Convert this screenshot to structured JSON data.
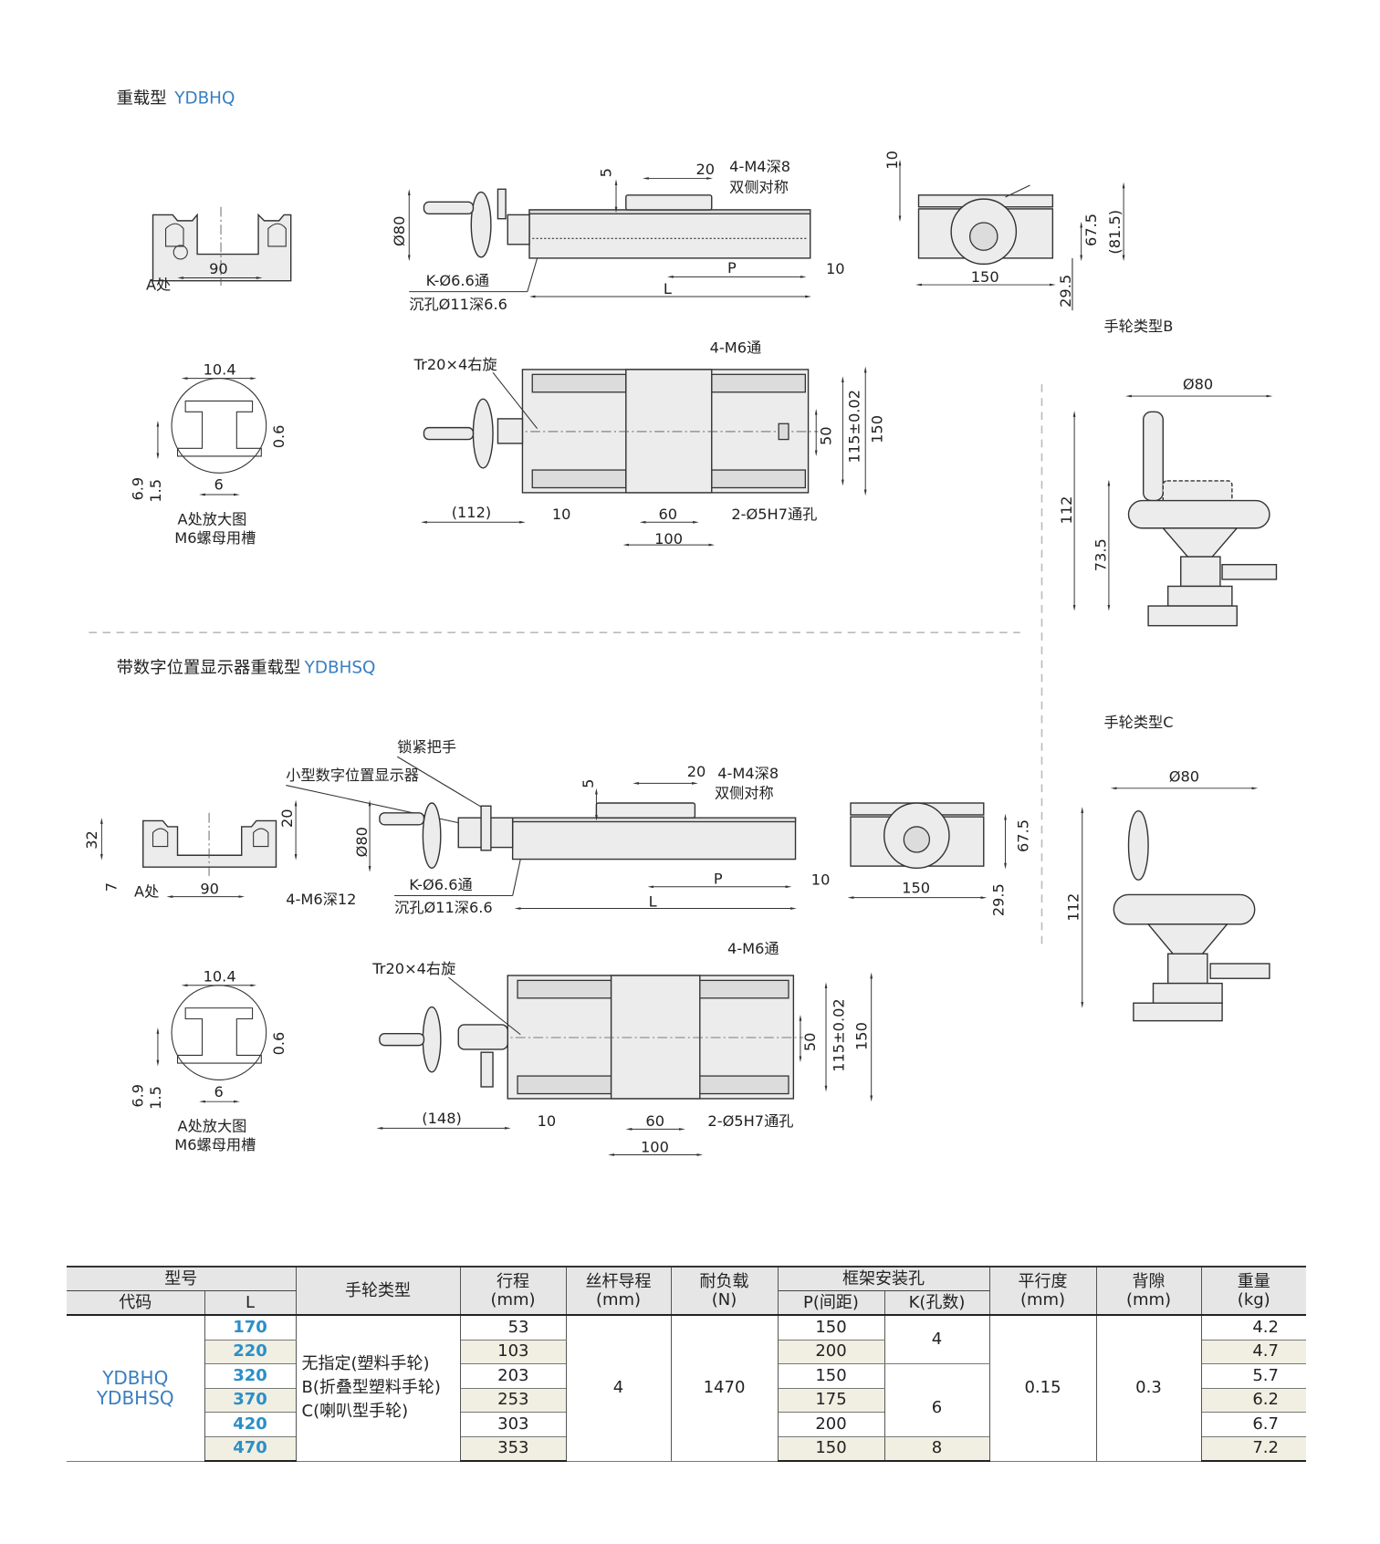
{
  "section1": {
    "title_cn": "重载型",
    "title_code": "YDBHQ",
    "profile": {
      "width": "90",
      "a_label": "A处"
    },
    "side": {
      "dia": "Ø80",
      "d5": "5",
      "d20": "20",
      "tap": "4-M4深8",
      "sym": "双侧对称",
      "hole": "K-Ø6.6通",
      "cbore": "沉孔Ø11深6.6",
      "p": "P",
      "d10": "10",
      "l": "L"
    },
    "end": {
      "d10": "10",
      "h67": "67.5",
      "h81": "(81.5)",
      "w150": "150",
      "h29": "29.5"
    },
    "detail": {
      "w104": "10.4",
      "d06": "0.6",
      "d69": "6.9",
      "d15": "1.5",
      "d6": "6",
      "cap1": "A处放大图",
      "cap2": "M6螺母用槽"
    },
    "top": {
      "screw": "Tr20×4右旋",
      "tap": "4-M6通",
      "d50": "50",
      "d115": "115±0.02",
      "d150": "150",
      "d112": "(112)",
      "d10": "10",
      "d60": "60",
      "d100": "100",
      "pin": "2-Ø5H7通孔"
    }
  },
  "handwheel_b": {
    "title": "手轮类型B",
    "dia": "Ø80",
    "h112": "112",
    "h735": "73.5"
  },
  "section2": {
    "title_cn": "带数字位置显示器重载型",
    "title_code": "YDBHSQ",
    "profile": {
      "h32": "32",
      "h20": "20",
      "h7": "7",
      "a_label": "A处",
      "width": "90",
      "tap": "4-M6深12"
    },
    "side": {
      "lock": "锁紧把手",
      "display": "小型数字位置显示器",
      "dia": "Ø80",
      "d5": "5",
      "d20": "20",
      "tap": "4-M4深8",
      "sym": "双侧对称",
      "hole": "K-Ø6.6通",
      "cbore": "沉孔Ø11深6.6",
      "p": "P",
      "d10": "10",
      "l": "L"
    },
    "end": {
      "h67": "67.5",
      "w150": "150",
      "h29": "29.5"
    },
    "detail": {
      "w104": "10.4",
      "d06": "0.6",
      "d69": "6.9",
      "d15": "1.5",
      "d6": "6",
      "cap1": "A处放大图",
      "cap2": "M6螺母用槽"
    },
    "top": {
      "screw": "Tr20×4右旋",
      "tap": "4-M6通",
      "d50": "50",
      "d115": "115±0.02",
      "d150": "150",
      "d148": "(148)",
      "d10": "10",
      "d60": "60",
      "d100": "100",
      "pin": "2-Ø5H7通孔"
    }
  },
  "handwheel_c": {
    "title": "手轮类型C",
    "dia": "Ø80",
    "h112": "112"
  },
  "table": {
    "headers": {
      "model": "型号",
      "code": "代码",
      "l": "L",
      "handwheel": "手轮类型",
      "stroke": "行程",
      "stroke_unit": "(mm)",
      "lead": "丝杆导程",
      "lead_unit": "(mm)",
      "load": "耐负载",
      "load_unit": "(N)",
      "frame": "框架安装孔",
      "pitch": "P(间距)",
      "count": "K(孔数)",
      "parallel": "平行度",
      "parallel_unit": "(mm)",
      "backlash": "背隙",
      "backlash_unit": "(mm)",
      "weight": "重量",
      "weight_unit": "(kg)"
    },
    "codes": [
      "YDBHQ",
      "YDBHSQ"
    ],
    "handwheel_types": [
      "无指定(塑料手轮)",
      "B(折叠型塑料手轮)",
      "C(喇叭型手轮)"
    ],
    "lead": "4",
    "load": "1470",
    "parallelism": "0.15",
    "backlash": "0.3",
    "k_groups": [
      "4",
      "6",
      "8"
    ],
    "rows": [
      {
        "l": "170",
        "stroke": "53",
        "p": "150",
        "weight": "4.2"
      },
      {
        "l": "220",
        "stroke": "103",
        "p": "200",
        "weight": "4.7"
      },
      {
        "l": "320",
        "stroke": "203",
        "p": "150",
        "weight": "5.7"
      },
      {
        "l": "370",
        "stroke": "253",
        "p": "175",
        "weight": "6.2"
      },
      {
        "l": "420",
        "stroke": "303",
        "p": "200",
        "weight": "6.7"
      },
      {
        "l": "470",
        "stroke": "353",
        "p": "150",
        "weight": "7.2"
      }
    ]
  }
}
